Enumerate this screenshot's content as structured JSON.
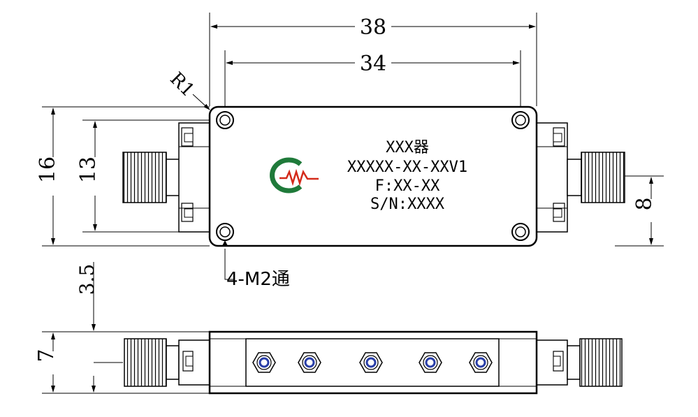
{
  "dimensions": {
    "overall_length": "38",
    "hole_spacing_length": "34",
    "overall_width": "16",
    "hole_spacing_width": "13",
    "connector_offset": "8",
    "corner_radius": "R1",
    "mount_holes": "4-M2通",
    "side_offset": "3.5",
    "side_height": "7"
  },
  "label": {
    "name": "XXX器",
    "model": "XXXXX-XX-XXV1",
    "frequency": "F:XX-XX",
    "serial": "S/N:XXXX"
  },
  "colors": {
    "logo_green": "#1f7a3a",
    "logo_red": "#d42a1a",
    "screw_blue": "#2a3fa8"
  },
  "icons": {
    "logo": "company-logo-icon"
  }
}
